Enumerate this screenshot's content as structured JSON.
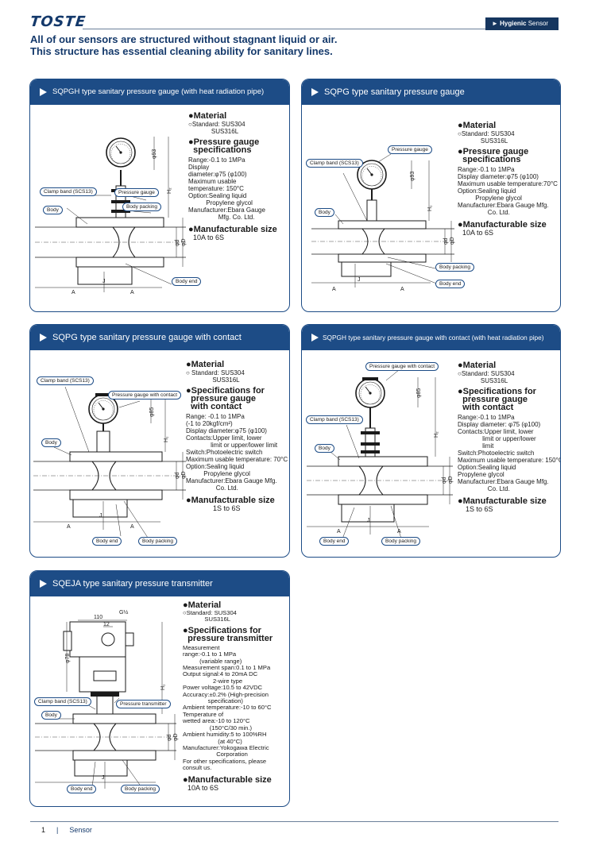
{
  "header": {
    "logo": "TOSTE",
    "tab_bold": "Hygienic",
    "tab_text": "Sensor"
  },
  "intro": {
    "line1": "All of our sensors are structured without stagnant liquid or air.",
    "line2": "This structure has essential cleaning ability for sanitary lines."
  },
  "panels": [
    {
      "title": "SQPGH type sanitary pressure gauge (with heat radiation pipe)",
      "material_h": "●Material",
      "material": "○Standard: SUS304\n             SUS316L",
      "spec_h": "●Pressure gauge\n  specifications",
      "spec": "Range:-0.1 to 1MPa\nDisplay\ndiameter:φ75 (φ100)\nMaximum usable\ntemperature: 150°C\nOption:Sealing liquid\n          Propylene glycol\nManufacturer:Ebara Gauge\n                 Mfg. Co. Ltd.",
      "size_h": "●Manufacturable size",
      "size": "10A to 6S",
      "labels": [
        "Clamp band (SCS13)",
        "Pressure gauge",
        "Body",
        "Body packing",
        "Body end"
      ],
      "dims": [
        "A",
        "A",
        "J",
        "φ93",
        "H₂",
        "φd",
        "φD"
      ]
    },
    {
      "title": "SQPG type sanitary pressure gauge",
      "material_h": "●Material",
      "material": "○Standard: SUS304\n             SUS316L",
      "spec_h": "●Pressure gauge\n  specifications",
      "spec": "Range:-0.1 to 1MPa\nDisplay diameter:φ75 (φ100)\nMaximum usable temperature:70°C\nOption:Sealing liquid\n          Propylene glycol\nManufacturer:Ebara Gauge Mfg.\n                 Co. Ltd.",
      "size_h": "●Manufacturable size",
      "size": "10A to 6S",
      "labels": [
        "Pressure gauge",
        "Clamp band (SCS13)",
        "Body",
        "Body packing",
        "Body end"
      ],
      "dims": [
        "A",
        "A",
        "J",
        "φ93",
        "H₁",
        "φd",
        "φD"
      ]
    },
    {
      "title": "SQPG type sanitary pressure gauge with contact",
      "material_h": "●Material",
      "material": "○ Standard: SUS304\n               SUS316L",
      "spec_h": "●Specifications for\n  pressure gauge\n  with contact",
      "spec": "Range: -0.1 to 1MPa\n(-1 to 20kgf/cm²)\nDisplay diameter:φ75 (φ100)\nContacts:Upper limit, lower\n              limit or upper/lower limit\nSwitch:Photoelectric switch\nMaximum usable temperature: 70°C\nOption:Sealing liquid\n          Propylene glycol\nManufacturer:Ebara Gauge Mfg.\n                 Co. Ltd.",
      "size_h": "●Manufacturable size",
      "size": "1S to 6S",
      "labels": [
        "Clamp band (SCS13)",
        "Pressure gauge with contact",
        "Body",
        "Body end",
        "Body packing"
      ],
      "dims": [
        "A",
        "A",
        "J",
        "φ85",
        "H₁",
        "φd",
        "φD"
      ]
    },
    {
      "title": "SQPGH type sanitary pressure gauge with contact (with heat radiation pipe)",
      "material_h": "●Material",
      "material": "○Standard: SUS304\n             SUS316L",
      "spec_h": "●Specifications for\n  pressure gauge\n  with contact",
      "spec": "Range:-0.1 to 1MPa\nDisplay diameter: φ75 (φ100)\nContacts:Upper limit, lower\n              limit or upper/lower\n              limit\nSwitch:Photoelectric switch\nMaximum usable temperature: 150°C\nOption:Sealing liquid\nPropylene glycol\nManufacturer:Ebara Gauge Mfg.\n                 Co. Ltd.",
      "size_h": "●Manufacturable size",
      "size": "1S to 6S",
      "labels": [
        "Pressure gauge with contact",
        "Clamp band (SCS13)",
        "Body",
        "Body end",
        "Body packing"
      ],
      "dims": [
        "A",
        "A",
        "J",
        "φ85",
        "H₂",
        "φd",
        "φD"
      ]
    },
    {
      "title": "SQEJA type sanitary pressure transmitter",
      "material_h": "●Material",
      "material": "○Standard: SUS304\n             SUS316L",
      "spec_h": "●Specifications for\n  pressure transmitter",
      "spec": "Measurement\nrange:-0.1 to 1 MPa\n          (variable range)\nMeasurement span:0.1 to 1 MPa\nOutput signal:4 to 20mA DC\n                  2-wire type\nPower voltage:10.5 to 42VDC\nAccuracy:±0.2% (High-precision\n               specification)\nAmbient temperature:-10 to 60°C\nTemperature of\nwetted area:-10 to 120°C\n                (150°C/30 min.)\nAmbient humidity:5 to 100%RH\n                     (at 40°C)\nManufacturer:Yokogawa Electric\n                    Corporation\nFor other specifications, please\nconsult us.",
      "size_h": "●Manufacturable size",
      "size": "10A to 6S",
      "labels": [
        "Clamp band (SCS13)",
        "Pressure transmitter",
        "Body",
        "Body end",
        "Body packing"
      ],
      "dims": [
        "A",
        "A",
        "J",
        "110",
        "12",
        "G½",
        "φ78",
        "H₁",
        "φd",
        "φD"
      ]
    }
  ],
  "footer": {
    "page": "1",
    "sep": "|",
    "section": "Sensor"
  }
}
